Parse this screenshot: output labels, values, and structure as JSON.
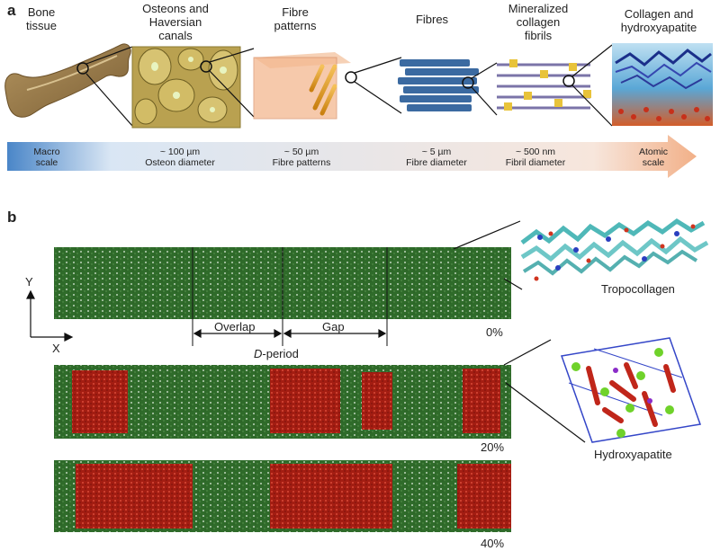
{
  "panel_a": {
    "letter": "a",
    "levels": [
      {
        "title": "Bone\ntissue"
      },
      {
        "title": "Osteons and\nHaversian\ncanals"
      },
      {
        "title": "Fibre\npatterns"
      },
      {
        "title": "Fibres"
      },
      {
        "title": "Mineralized\ncollagen\nfibrils"
      },
      {
        "title": "Collagen and\nhydroxyapatite"
      }
    ],
    "scale_bar": [
      {
        "value": "Macro",
        "desc": "scale"
      },
      {
        "value": "~ 100 µm",
        "desc": "Osteon diameter"
      },
      {
        "value": "~ 50 µm",
        "desc": "Fibre patterns"
      },
      {
        "value": "~ 5 µm",
        "desc": "Fibre diameter"
      },
      {
        "value": "~ 500 nm",
        "desc": "Fibril diameter"
      },
      {
        "value": "Atomic",
        "desc": "scale"
      }
    ]
  },
  "panel_b": {
    "letter": "b",
    "axis_y": "Y",
    "axis_x": "X",
    "overlap_label": "Overlap",
    "gap_label": "Gap",
    "dperiod_italic": "D",
    "dperiod_rest": "-period",
    "strips": [
      {
        "pct": "0%"
      },
      {
        "pct": "20%"
      },
      {
        "pct": "40%"
      }
    ],
    "tropocollagen_label": "Tropocollagen",
    "hydroxyapatite_label": "Hydroxyapatite"
  },
  "colors": {
    "collagen_green": "#2f6b2a",
    "mineral_red": "#a31d12",
    "scale_blue": "#4a86c8",
    "scale_peach": "#f2b088"
  }
}
